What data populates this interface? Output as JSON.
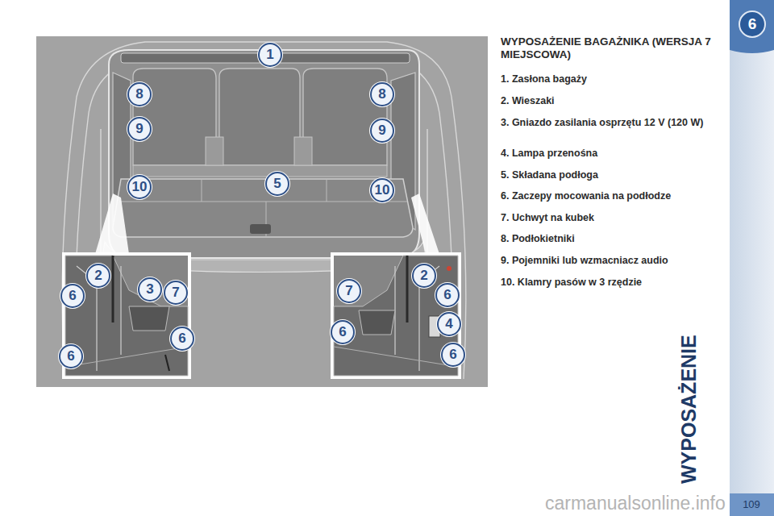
{
  "diagram": {
    "title": "WYPOSAŻENIE BAGAŻNIKA (WERSJA 7 MIEJSCOWA)",
    "labels": [
      "1. Zasłona bagaży",
      "2. Wieszaki",
      "3. Gniazdo zasilania osprzętu 12 V (120 W)",
      "4. Lampa przenośna",
      "5. Składana podłoga",
      "6. Zaczepy mocowania na podłodze",
      "7. Uchwyt na kubek",
      "8. Podłokietniki",
      "9. Pojemniki lub wzmacniacz audio",
      "10. Klamry pasów w 3 rzędzie",
      "1",
      "8",
      "8",
      "9",
      "9",
      "10",
      "5",
      "10",
      "2",
      "6",
      "3",
      "7",
      "6",
      "6",
      "7",
      "2",
      "6",
      "4",
      "6",
      "6",
      "WYPOSAŻENIE",
      "6",
      "109",
      "carmanualsonline.info"
    ]
  }
}
